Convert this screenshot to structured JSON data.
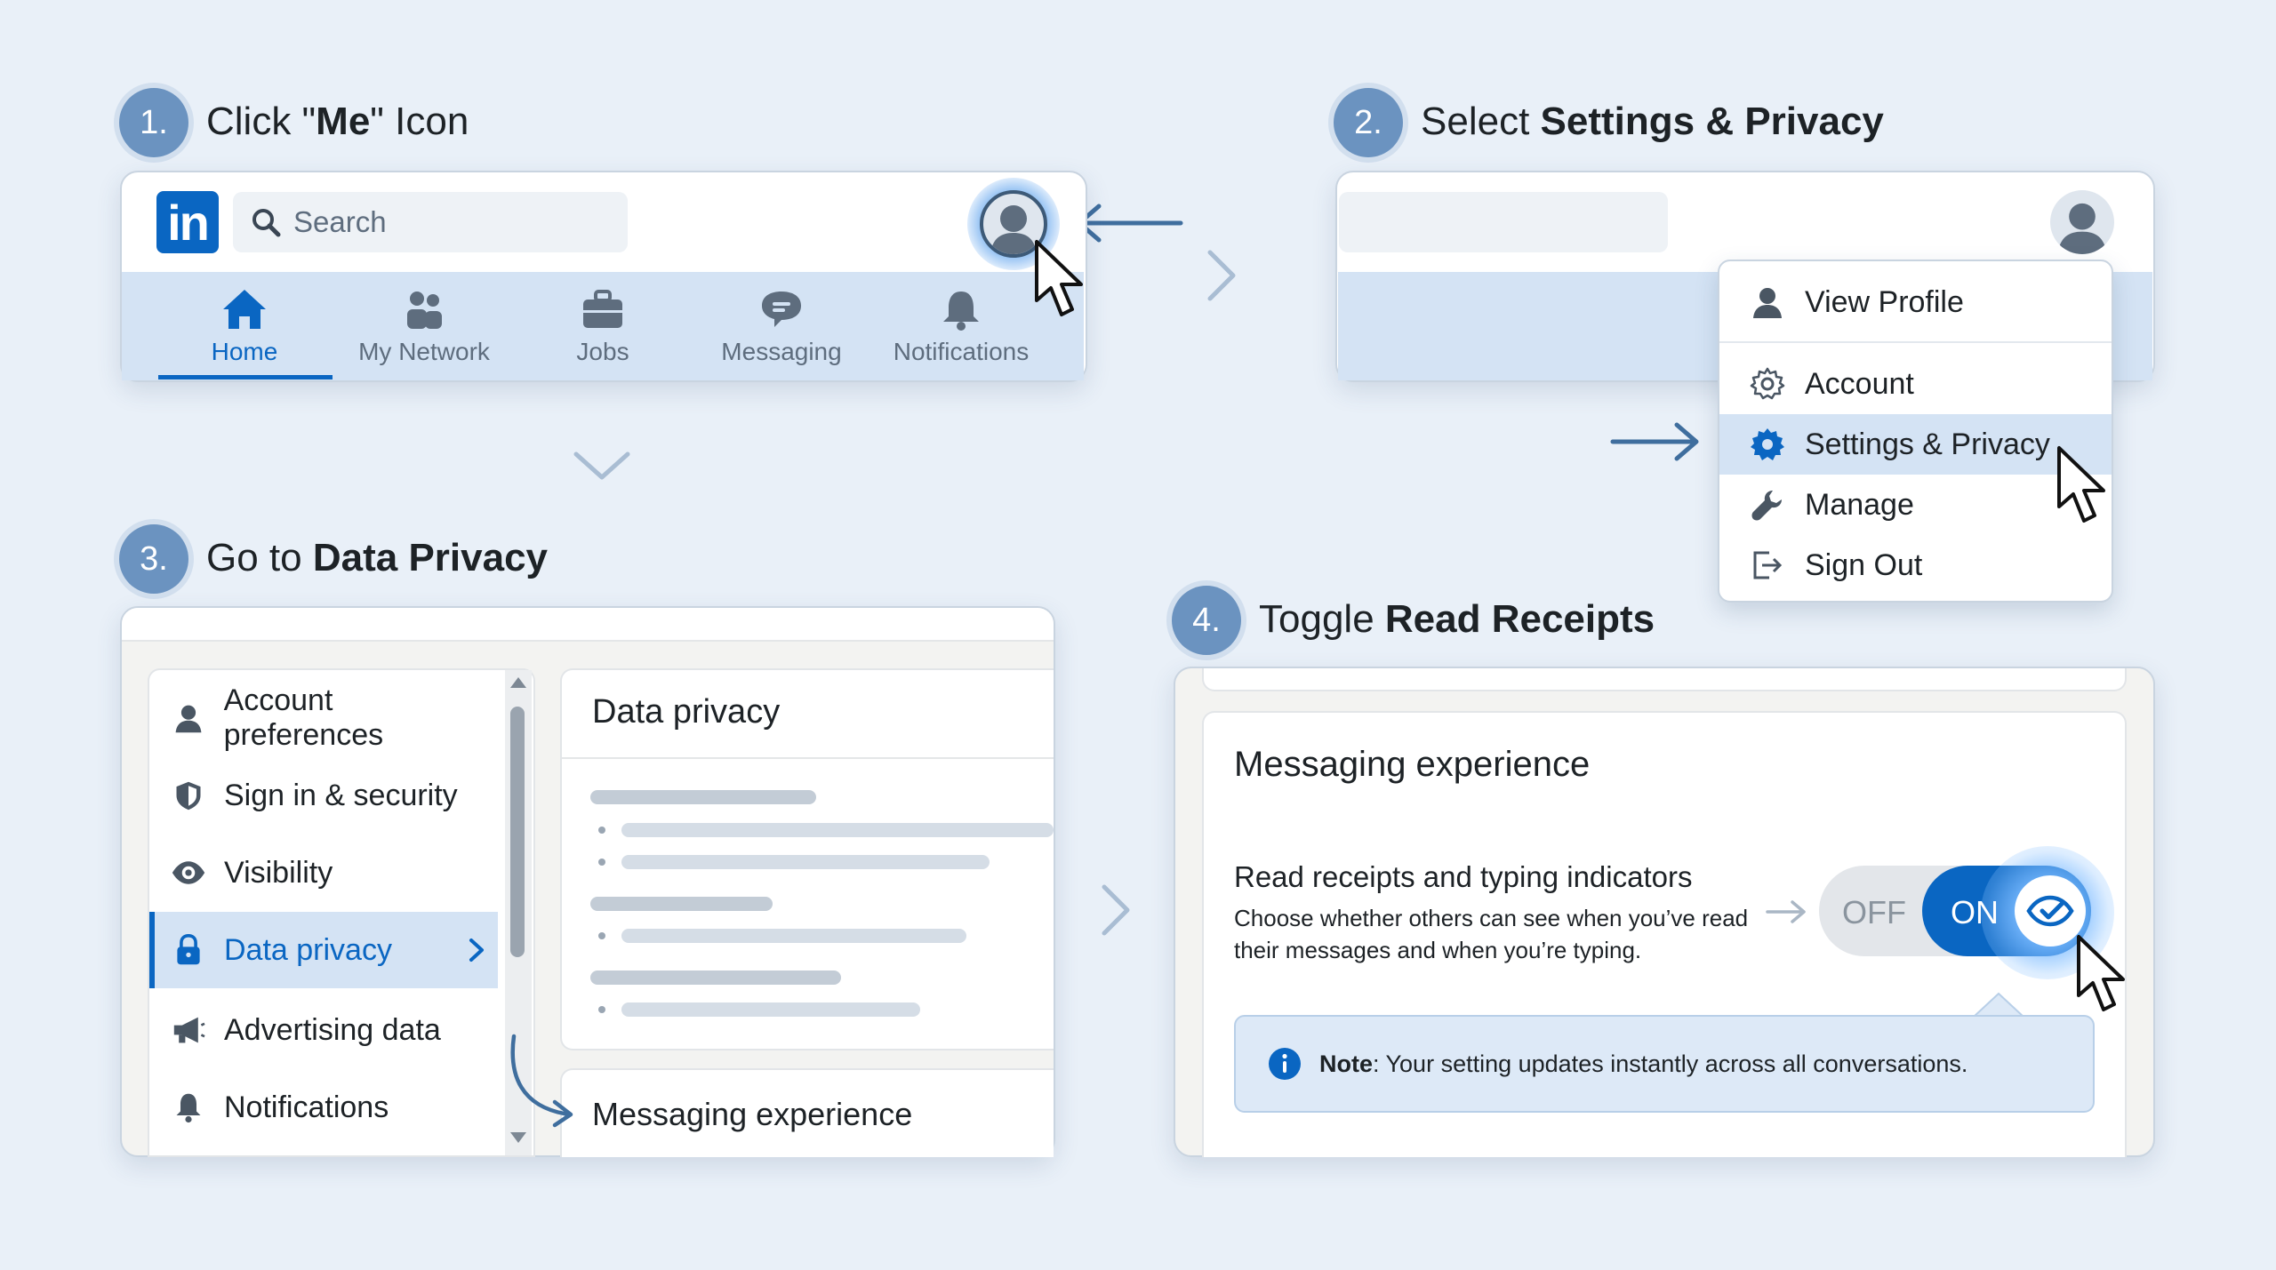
{
  "steps": [
    {
      "number": "1.",
      "title_pre": "Click \"",
      "title_bold": "Me",
      "title_post": "\" Icon"
    },
    {
      "number": "2.",
      "title_pre": "Select ",
      "title_bold": "Settings & Privacy",
      "title_post": ""
    },
    {
      "number": "3.",
      "title_pre": "Go to ",
      "title_bold": "Data Privacy",
      "title_post": ""
    },
    {
      "number": "4.",
      "title_pre": "Toggle ",
      "title_bold": "Read Receipts",
      "title_post": ""
    }
  ],
  "panel1": {
    "logo_text": "in",
    "search_placeholder": "Search",
    "nav": [
      "Home",
      "My Network",
      "Jobs",
      "Messaging",
      "Notifications"
    ],
    "active_nav": "Home"
  },
  "panel2": {
    "menu": [
      "View Profile",
      "Account",
      "Settings & Privacy",
      "Manage",
      "Sign Out"
    ],
    "highlighted": "Settings & Privacy"
  },
  "panel3": {
    "sidebar": [
      "Account preferences",
      "Sign in & security",
      "Visibility",
      "Data privacy",
      "Advertising data",
      "Notifications"
    ],
    "active": "Data privacy",
    "content_title": "Data privacy",
    "next_section": "Messaging experience"
  },
  "panel4": {
    "section_title": "Messaging experience",
    "setting_title": "Read receipts and typing indicators",
    "setting_desc_line1": "Choose whether others can see when you’ve read",
    "setting_desc_line2": "their messages and when you’re typing.",
    "toggle_off": "OFF",
    "toggle_on": "ON",
    "toggle_state": "on",
    "note_label": "Note",
    "note_text": ": Your setting updates instantly across all conversations."
  },
  "colors": {
    "accent": "#0a66c2",
    "badge": "#6b93c0",
    "highlight": "#d4e3f4",
    "background": "#e9f0f8"
  }
}
